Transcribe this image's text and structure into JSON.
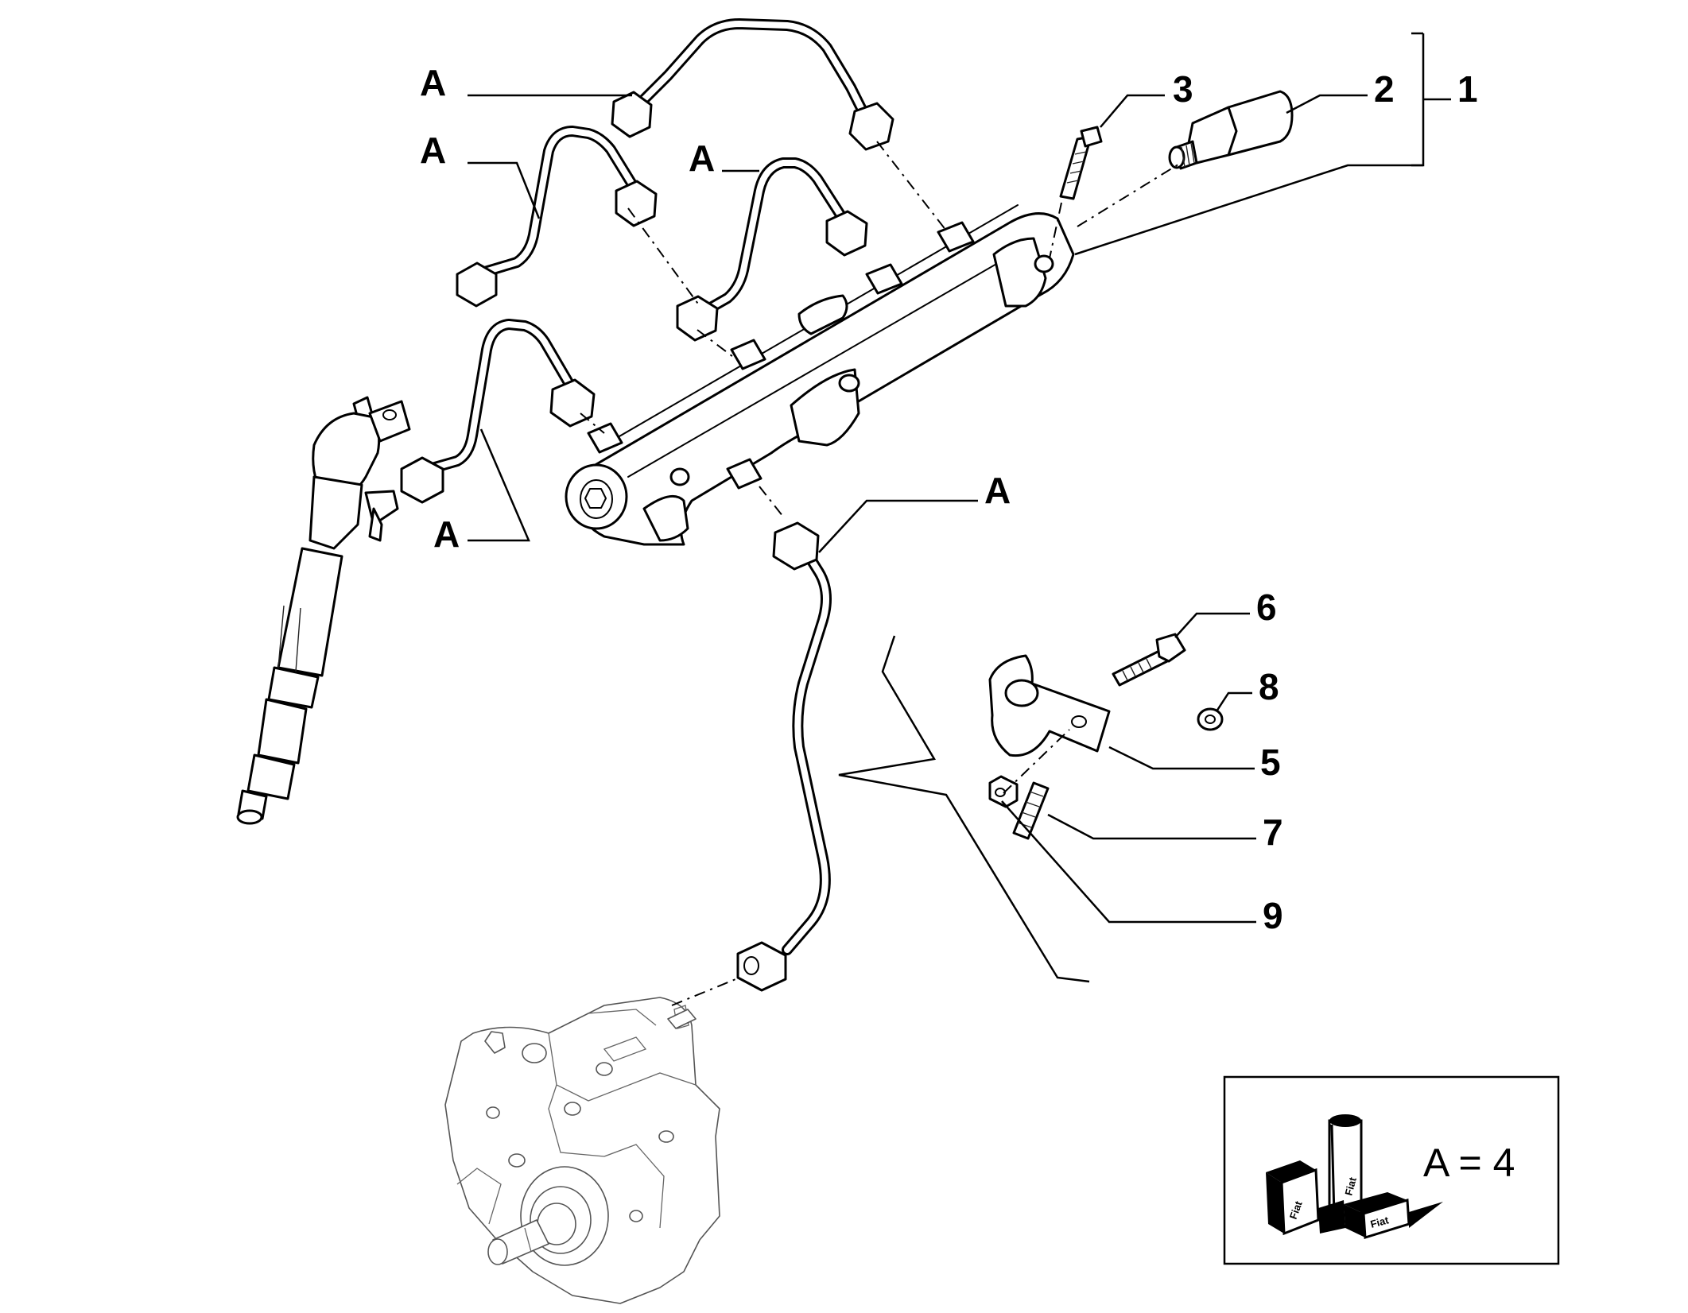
{
  "callouts": {
    "pipe_label": "A",
    "item_1": "1",
    "item_2": "2",
    "item_3": "3",
    "item_5": "5",
    "item_6": "6",
    "item_7": "7",
    "item_8": "8",
    "item_9": "9"
  },
  "legend": {
    "quantity_text": "A = 4",
    "package_brand": "Fiat"
  }
}
